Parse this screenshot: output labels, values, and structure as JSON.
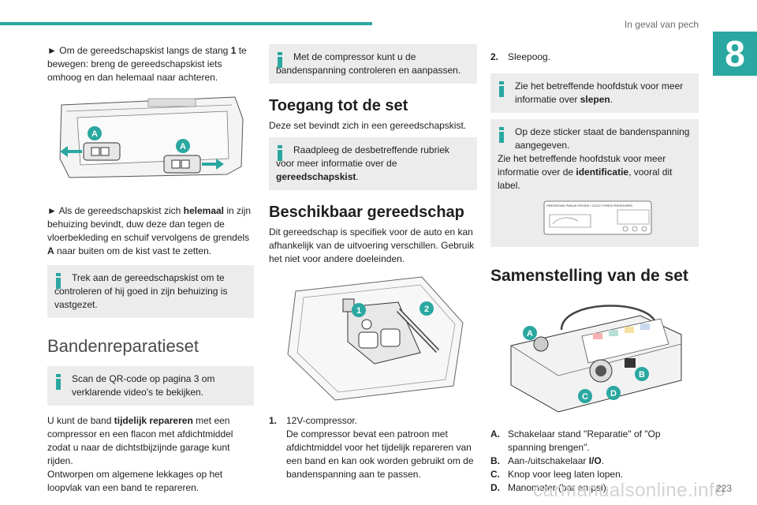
{
  "header": {
    "section_title": "In geval van pech",
    "chapter_number": "8",
    "page_number": "223"
  },
  "watermark": "carmanualsonline.info",
  "col1": {
    "step1": {
      "arrow": "►",
      "text_before": "Om de gereedschapskist langs de stang ",
      "bold": "1",
      "text_after": " te bewegen: breng de gereedschapskist iets omhoog en dan helemaal naar achteren."
    },
    "fig1_labels": [
      "A",
      "A"
    ],
    "step2": {
      "arrow": "►",
      "text_before": "Als de gereedschapskist zich ",
      "bold1": "helemaal",
      "text_mid": " in zijn behuizing bevindt, duw deze dan tegen de vloerbekleding en schuif vervolgens de grendels ",
      "bold2": "A",
      "text_after": " naar buiten om de kist vast te zetten."
    },
    "info1": "Trek aan de gereedschapskist om te controleren of hij goed in zijn behuizing is vastgezet.",
    "heading": "Bandenreparatieset",
    "info2": "Scan de QR-code op pagina 3 om verklarende video's te bekijken.",
    "para1": {
      "text_before": "U kunt de band ",
      "bold": "tijdelijk repareren",
      "text_after": " met een compressor en een flacon met afdichtmiddel zodat u naar de dichtstbijzijnde garage kunt rijden."
    },
    "para2": "Ontworpen om algemene lekkages op het loopvlak van een band te repareren."
  },
  "col2": {
    "info1": "Met de compressor kunt u de bandenspanning controleren en aanpassen.",
    "heading1": "Toegang tot de set",
    "para1": "Deze set bevindt zich in een gereedschapskist.",
    "info2": {
      "text": "Raadpleeg de desbetreffende rubriek voor meer informatie over de ",
      "bold": "gereedschapskist",
      "after": "."
    },
    "heading2": "Beschikbaar gereedschap",
    "para2": "Dit gereedschap is specifiek voor de auto en kan afhankelijk van de uitvoering verschillen. Gebruik het niet voor andere doeleinden.",
    "fig_labels": [
      "1",
      "2"
    ],
    "item1": {
      "num": "1.",
      "title": "12V-compressor.",
      "desc": "De compressor bevat een patroon met afdichtmiddel voor het tijdelijk repareren van een band en kan ook worden gebruikt om de bandenspanning aan te passen."
    }
  },
  "col3": {
    "item2": {
      "num": "2.",
      "title": "Sleepoog."
    },
    "info1": {
      "text": "Zie het betreffende hoofdstuk voor meer informatie over ",
      "bold": "slepen",
      "after": "."
    },
    "info2": {
      "line1": "Op deze sticker staat de bandenspanning aangegeven.",
      "line2_before": "Zie het betreffende hoofdstuk voor meer informatie over de ",
      "line2_bold": "identificatie",
      "line2_after": ", vooral dit label."
    },
    "label_title": "PRESSIONS PNEUS FROIDS / COLD TYRES PRESSURES",
    "heading": "Samenstelling van de set",
    "fig_labels": [
      "A",
      "B",
      "C",
      "D"
    ],
    "legend": [
      {
        "key": "A.",
        "text": "Schakelaar stand \"Reparatie\" of \"Op spanning brengen\"."
      },
      {
        "key": "B.",
        "text": "Aan-/uitschakelaar ",
        "bold": "I/O",
        "after": "."
      },
      {
        "key": "C.",
        "text": "Knop voor leeg laten lopen."
      },
      {
        "key": "D.",
        "text": "Manometer (bar en psi)."
      }
    ]
  },
  "colors": {
    "accent": "#2aa7a0",
    "info_bg": "#ececec"
  }
}
